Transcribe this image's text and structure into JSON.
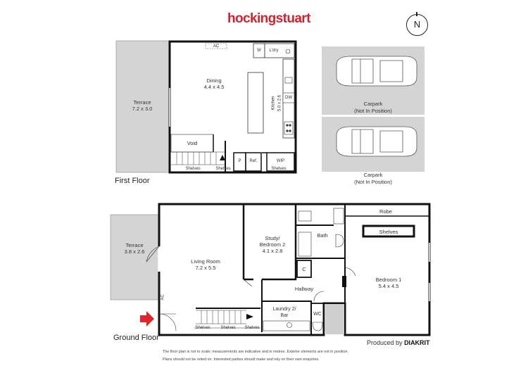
{
  "brand": "hockingstuart",
  "north": "N",
  "floors": {
    "first": "First Floor",
    "ground": "Ground Floor"
  },
  "first_floor_labels": {
    "terrace_name": "Terrace",
    "terrace_size": "7.2 x 3.0",
    "ac": "AC",
    "w": "W",
    "ldry": "L'dry",
    "dining_name": "Dining",
    "dining_size": "4.4 x 4.5",
    "kitchen_name": "Kitchen",
    "kitchen_size": "5.0 x 2.6",
    "dw": "DW",
    "void": "Void",
    "p": "P",
    "ref": "Ref.",
    "wip": "WIP",
    "shelves_1": "Shelves",
    "shelves_2": "Shelves",
    "shelves_3": "Shelves"
  },
  "carparks": [
    {
      "name": "Carpark",
      "note": "(Not In Position)"
    },
    {
      "name": "Carpark",
      "note": "(Not In Position)"
    }
  ],
  "ground_floor_labels": {
    "terrace_name": "Terrace",
    "terrace_size": "3.8 x 2.6",
    "living_name": "Living Room",
    "living_size": "7.2 x 5.5",
    "study_name": "Study/",
    "study_name2": "Bedroom 2",
    "study_size": "4.1 x 2.8",
    "bath": "Bath",
    "c": "C",
    "robe": "Robe",
    "shelves_bed": "Shelves",
    "bed1_name": "Bedroom 1",
    "bed1_size": "5.4 x 4.5",
    "hallway": "Hallway",
    "laundry_name": "Laundry 2/",
    "laundry_name2": "Bar",
    "wc": "WC",
    "ac": "AC",
    "shelves_1": "Shelves",
    "shelves_2": "Shelves",
    "shelves_3": "Shelves"
  },
  "produced_prefix": "Produced by",
  "produced_brand": "DIAKRIT",
  "disclaimer_1": "The floor plan is not to scale; measurements are indicative and in metres. Exterior elements are not in position.",
  "disclaimer_2": "Plans should not be relied on. Interested parties should make and rely on their own enquiries.",
  "colors": {
    "brand_red": "#d8202a",
    "entry_arrow": "#e0262c",
    "terrace_fill": "#d4d4d4",
    "carpark_fill": "#d4d4d4",
    "wall": "#111111"
  }
}
